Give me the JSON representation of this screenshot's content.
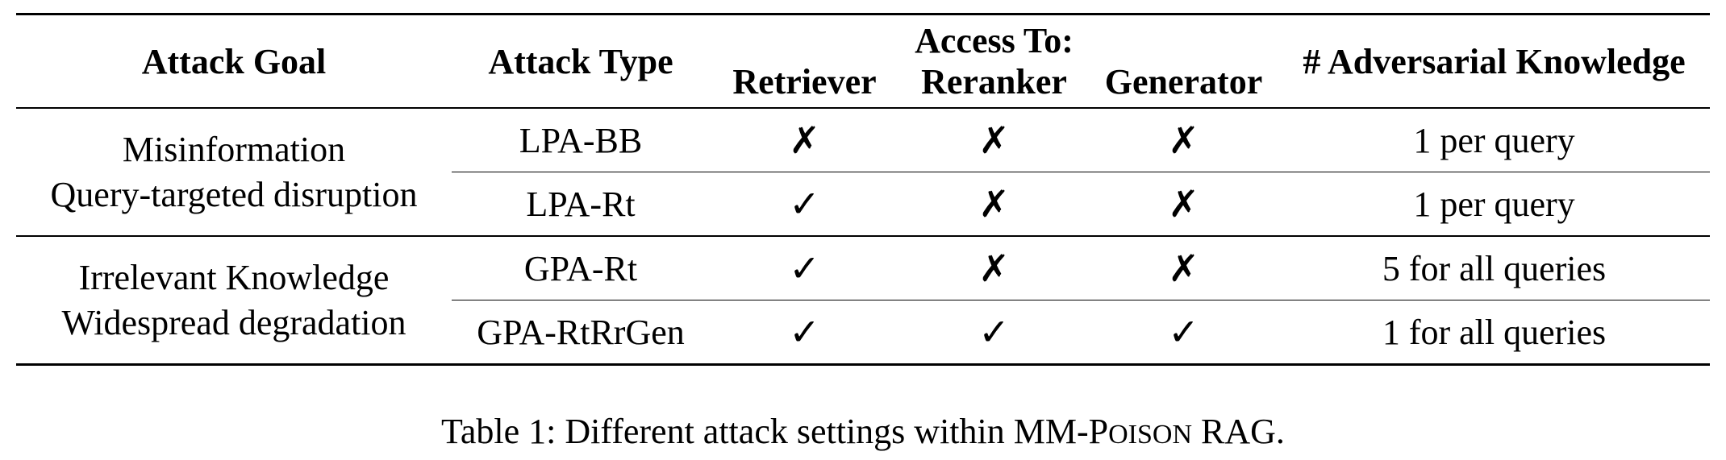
{
  "table": {
    "headers": {
      "attack_goal": "Attack Goal",
      "attack_type": "Attack Type",
      "access_to": "Access To:",
      "retriever": "Retriever",
      "reranker": "Reranker",
      "generator": "Generator",
      "adversarial_knowledge": "# Adversarial Knowledge"
    },
    "groups": [
      {
        "goal_line1": "Misinformation",
        "goal_line2": "Query-targeted disruption",
        "rows": [
          {
            "type": "LPA-BB",
            "retriever": "✗",
            "reranker": "✗",
            "generator": "✗",
            "knowledge": "1 per query"
          },
          {
            "type": "LPA-Rt",
            "retriever": "✓",
            "reranker": "✗",
            "generator": "✗",
            "knowledge": "1 per query"
          }
        ]
      },
      {
        "goal_line1": "Irrelevant Knowledge",
        "goal_line2": "Widespread degradation",
        "rows": [
          {
            "type": "GPA-Rt",
            "retriever": "✓",
            "reranker": "✗",
            "generator": "✗",
            "knowledge": "5 for all queries"
          },
          {
            "type": "GPA-RtRrGen",
            "retriever": "✓",
            "reranker": "✓",
            "generator": "✓",
            "knowledge": "1 for all queries"
          }
        ]
      }
    ]
  },
  "caption": {
    "prefix": "Table 1: Different attack settings within MM-",
    "sc_p": "P",
    "sc_oison": "OISON",
    "suffix": " RAG."
  }
}
